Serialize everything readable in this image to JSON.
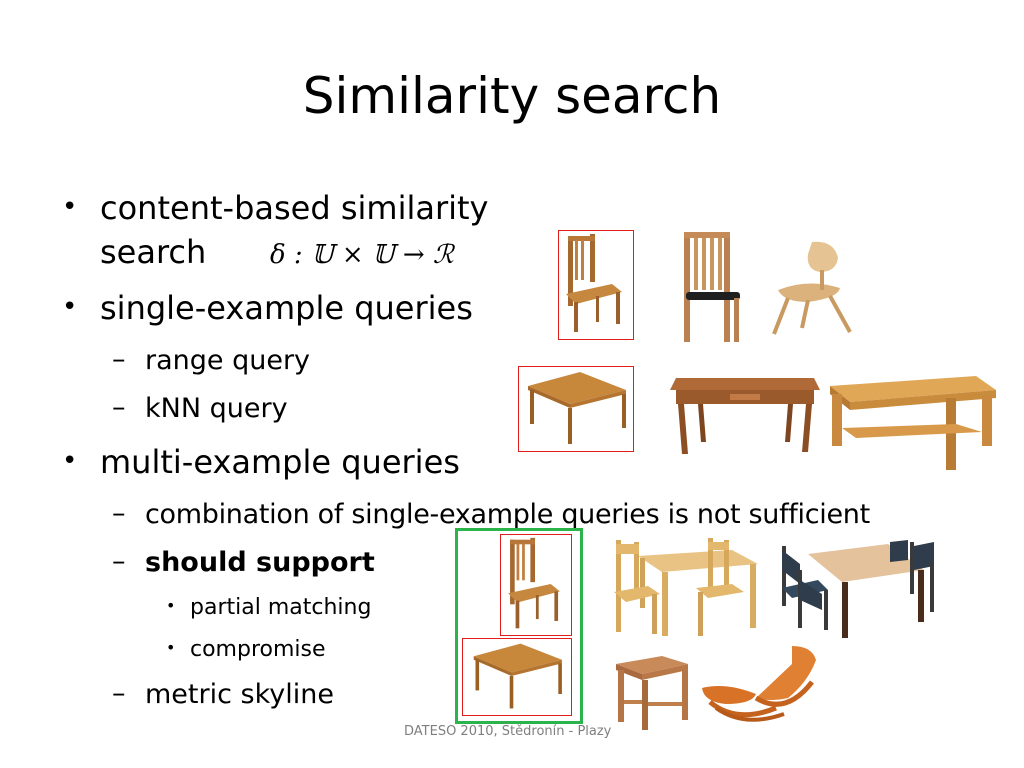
{
  "slide": {
    "title": "Similarity search",
    "bullets": [
      {
        "line1": "content-based similarity",
        "line2": "search"
      },
      {
        "text": "single-example queries"
      },
      {
        "text": "multi-example queries"
      }
    ],
    "sub_single": [
      "range query",
      "kNN query"
    ],
    "sub_multi": [
      "combination of single-example queries is not sufficient",
      "should support",
      "metric skyline"
    ],
    "sub_support": [
      "partial matching",
      "compromise"
    ],
    "formula": "δ : 𝕌 × 𝕌 → ℛ",
    "footer": "DATESO 2010, Štědronín - Plazy",
    "colors": {
      "query_frame": "#e31c1c",
      "multi_query_frame": "#2ab44a"
    },
    "images": [
      "wooden-chair",
      "black-seat-chair",
      "molded-plywood-chair",
      "wooden-table",
      "writing-desk",
      "coffee-table",
      "kids-table-set",
      "dining-set",
      "wooden-stool",
      "lounge-chair"
    ]
  }
}
